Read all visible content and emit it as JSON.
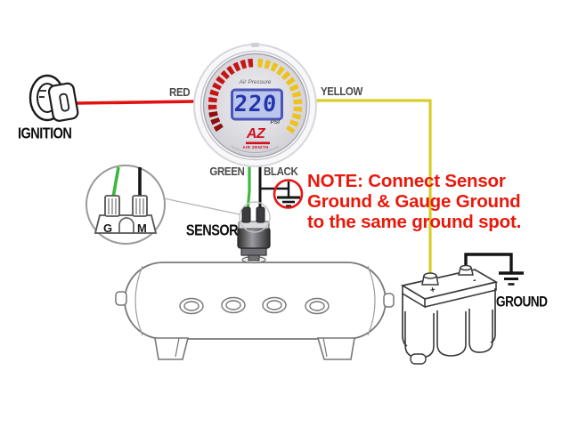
{
  "colors": {
    "wire_red": "#e21010",
    "wire_yellow": "#d6ce2a",
    "wire_green": "#3cb83c",
    "wire_black": "#161616",
    "note_red": "#e8190c",
    "gauge_segment_red": "#c41414",
    "gauge_segment_yellow": "#eec21a",
    "lcd_digit_blue": "#2433ae",
    "brand_red": "#d01020"
  },
  "ignition": {
    "label": "IGNITION"
  },
  "wires": {
    "red_label": "RED",
    "yellow_label": "YELLOW",
    "green_label": "GREEN",
    "black_label": "BLACK"
  },
  "gauge": {
    "title": "Air Pressure",
    "reading": "220",
    "unit": "PSI",
    "brand": "AZ",
    "brand_sub": "AIR ZENITH"
  },
  "connector": {
    "pin_left": "G",
    "pin_right": "M"
  },
  "sensor": {
    "label": "SENSOR"
  },
  "battery": {
    "plus_mark": "+",
    "minus_mark": "-",
    "ground_label": "GROUND"
  },
  "note": {
    "line1": "NOTE: Connect Sensor",
    "line2": "Ground & Gauge Ground",
    "line3": "to the same ground spot."
  }
}
